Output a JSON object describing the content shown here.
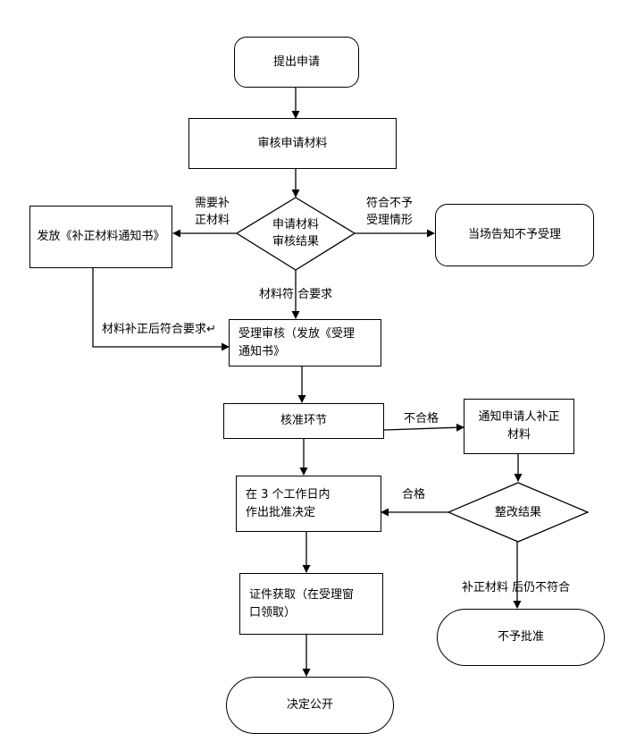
{
  "nodes": {
    "submit": "提出申请",
    "review_materials": "审核申请材料",
    "review_result": "申请材料\n审核结果",
    "issue_supplement_notice": "发放《补正材料通知书》",
    "reject_on_site": "当场告知不予受理",
    "accept_review": "受理审核（发放《受理\n通知书》",
    "approval_step": "核准环节",
    "notify_supplement": "通知申请人补正\n材料",
    "decision": "在 3 个工作日内\n作出批准决定",
    "rectify_result": "整改结果",
    "certificate_pickup": "证件获取（在受理窗\n口领取）",
    "not_approved": "不予批准",
    "publicize": "决定公开"
  },
  "edge_labels": {
    "needs_supplement": "需要补\n正材料",
    "not_eligible": "符合不予\n受理情形",
    "meets_requirements": "材料符 合要求",
    "supplemented_ok": "材料补正后符合要求↵",
    "failed": "不合格",
    "passed": "合格",
    "still_fails": "补正材料 后仍不符合"
  }
}
